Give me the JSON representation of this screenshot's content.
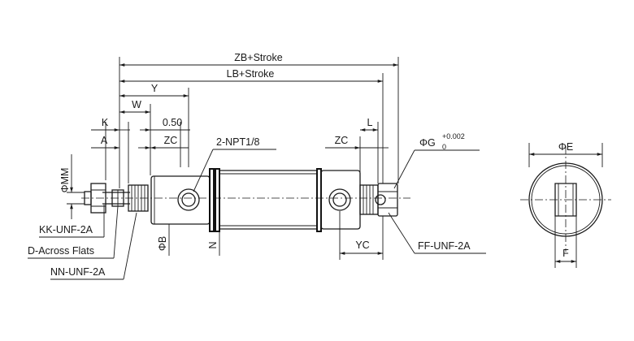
{
  "dimensions": {
    "zb": "ZB+Stroke",
    "lb": "LB+Stroke",
    "y": "Y",
    "w": "W",
    "k": "K",
    "a": "A",
    "offset": "0.50",
    "zc_left": "ZC",
    "zc_right": "ZC",
    "l": "L",
    "yc": "YC",
    "mm": "ΦMM",
    "b": "ΦB",
    "n": "N",
    "e": "ΦE",
    "f": "F",
    "g": "ΦG",
    "g_tolerance_upper": "+0.002",
    "g_tolerance_lower": "0"
  },
  "callouts": {
    "port": "2-NPT1/8",
    "rod_thread": "KK-UNF-2A",
    "across_flats": "D-Across Flats",
    "nose_thread": "NN-UNF-2A",
    "rear_thread": "FF-UNF-2A"
  }
}
